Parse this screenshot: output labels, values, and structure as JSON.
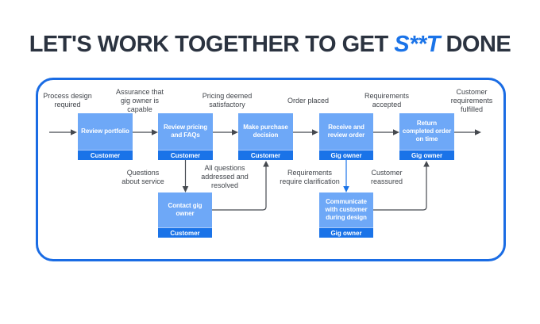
{
  "title": {
    "prefix": "LET'S WORK TOGETHER TO GET ",
    "highlight": "S**T",
    "suffix": " DONE"
  },
  "colors": {
    "accent_blue": "#1a73e8",
    "box_body_blue": "#6ea8f7",
    "box_footer_blue": "#1a73e8",
    "frame_border_blue": "#1a6ce4",
    "title_dark": "#2b3340",
    "label_gray": "#40444a",
    "arrow_dark": "#45494f"
  },
  "flowchart": {
    "boxes": [
      {
        "label": "Review portfolio",
        "role": "Customer"
      },
      {
        "label": "Review pricing\nand FAQs",
        "role": "Customer"
      },
      {
        "label": "Make purchase\ndecision",
        "role": "Customer"
      },
      {
        "label": "Receive and\nreview order",
        "role": "Gig owner"
      },
      {
        "label": "Return\ncompleted order\non time",
        "role": "Gig owner"
      },
      {
        "label": "Contact gig\nowner",
        "role": "Customer"
      },
      {
        "label": "Communicate\nwith customer\nduring design",
        "role": "Gig owner"
      }
    ],
    "labels": [
      "Process design\nrequired",
      "Assurance that\ngig owner is\ncapable",
      "Pricing deemed\nsatisfactory",
      "Order placed",
      "Requirements\naccepted",
      "Customer\nrequirements\nfulfilled",
      "Questions\nabout service",
      "All questions\naddressed and\nresolved",
      "Requirements\nrequire clarification",
      "Customer\nreassured"
    ]
  }
}
